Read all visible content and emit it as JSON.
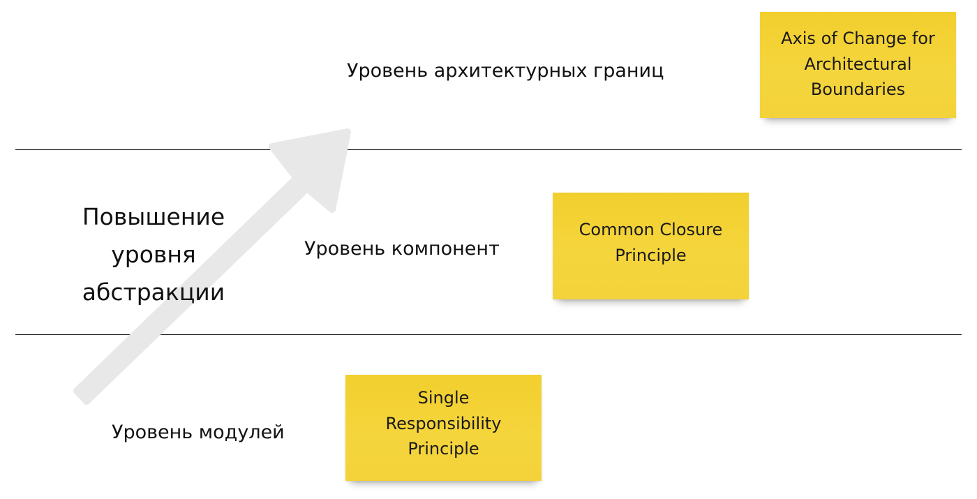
{
  "levels": {
    "architecture": "Уровень архитектурных границ",
    "components": "Уровень компонент",
    "modules": "Уровень модулей"
  },
  "abstraction": {
    "lines": [
      "Повышение",
      "уровня",
      "абстракции"
    ]
  },
  "notes": {
    "architecture": [
      "Axis of Change for",
      "Architectural",
      "Boundaries"
    ],
    "components": [
      "Common Closure",
      "Principle"
    ],
    "modules": [
      "Single",
      "Responsibility",
      "Principle"
    ]
  },
  "colors": {
    "note_yellow": "#f4d232",
    "arrow_gray": "#e8e8e8",
    "divider": "#1a1a1a"
  }
}
